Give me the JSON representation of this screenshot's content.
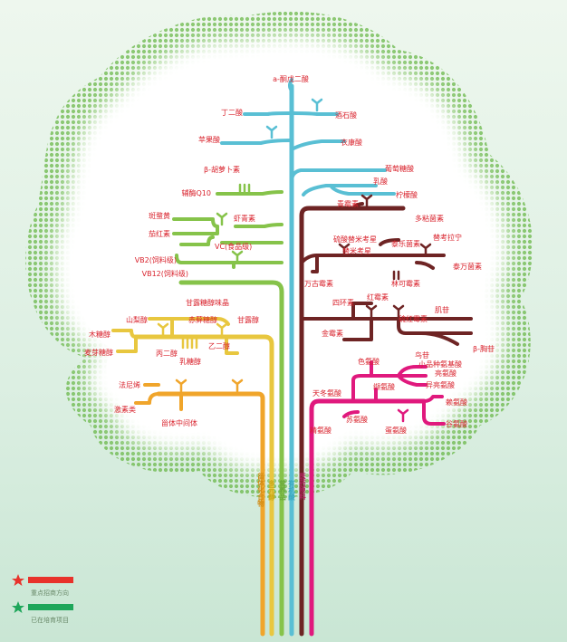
{
  "colors": {
    "blue": "#59bfd4",
    "green": "#86c34a",
    "darkred": "#6e2424",
    "yellow": "#e8c73f",
    "orange": "#f0a52b",
    "pink": "#e0197d",
    "label_red": "#d9232d",
    "legend_red": "#e8322b",
    "legend_green": "#1ea65a"
  },
  "trunk_labels": [
    "甾体化合物",
    "多元醇",
    "营养品",
    "有机酸",
    "医药原料"
  ],
  "branches": {
    "blue": [
      "a-酮戊二酸",
      "丁二酸",
      "酒石酸",
      "苹果酸",
      "衣康酸",
      "葡萄糖酸",
      "乳酸",
      "柠檬酸"
    ],
    "green": [
      "β-胡萝卜素",
      "辅酶Q10",
      "斑蝥黄",
      "虾青素",
      "茄红素",
      "VC(食品级)",
      "VB2(饲料级)",
      "VB12(饲料级)",
      "甘露糖醇味晶"
    ],
    "darkred": [
      "青霉素",
      "多粘菌素",
      "硫酸替米考星",
      "泰乐菌素",
      "替考拉宁",
      "替米考星",
      "泰万菌素",
      "万古霉素",
      "林可霉素",
      "四环素",
      "红霉素",
      "肌苷",
      "硫红霉素",
      "金霉素",
      "鸟苷",
      "β-胸苷"
    ],
    "yellow": [
      "山梨醇",
      "赤藓糖醇",
      "甘露醇",
      "木糖醇",
      "麦芽糖醇",
      "丙二醇",
      "乙二醇",
      "乳糖醇"
    ],
    "orange": [
      "法尼烯",
      "激素类",
      "甾体中间体"
    ],
    "pink": [
      "色氨酸",
      "小品种氨基酸",
      "亮氨酸",
      "天冬氨酸",
      "缬氨酸",
      "异亮氨酸",
      "苏氨酸",
      "赖氨酸",
      "精氨酸",
      "蛋氨酸",
      "谷氨酸"
    ]
  },
  "legend": [
    {
      "icon": "red-star-icon",
      "text": "重点招商方向"
    },
    {
      "icon": "green-star-icon",
      "text": "已在培育项目"
    }
  ]
}
